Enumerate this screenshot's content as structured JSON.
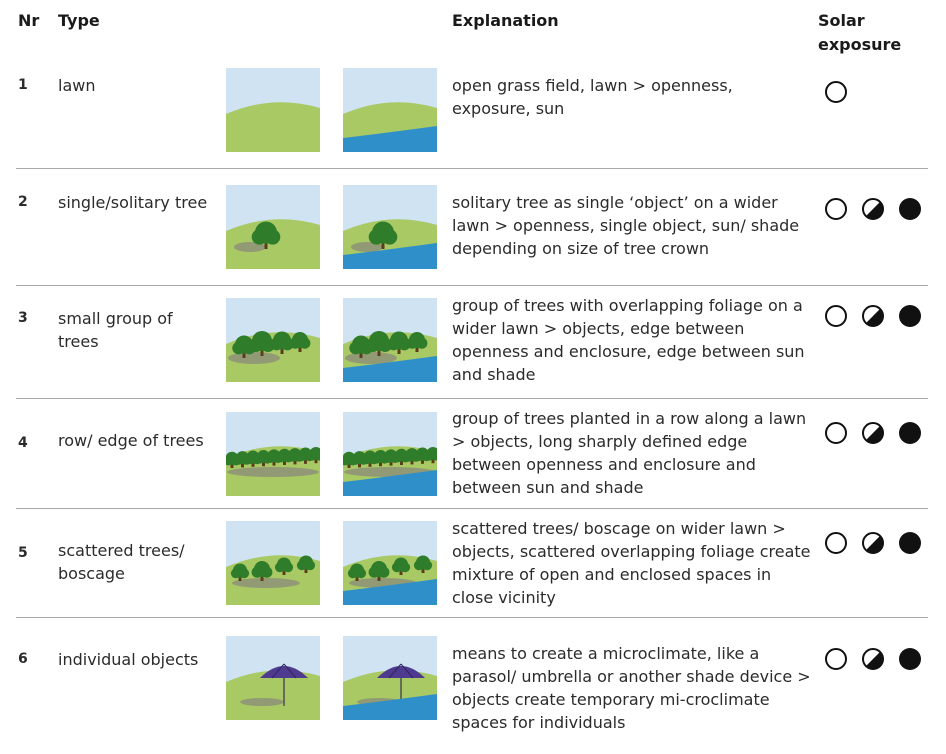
{
  "header": {
    "nr": "Nr",
    "type": "Type",
    "explanation": "Explanation",
    "solar_line1": "Solar",
    "solar_line2": "exposure"
  },
  "rows": [
    {
      "nr": "1",
      "type": "lawn",
      "explanation": "open grass field, lawn > openness, exposure, sun",
      "scene": "lawn",
      "solar": [
        "sun"
      ]
    },
    {
      "nr": "2",
      "type": "single/solitary tree",
      "explanation": "solitary tree as single ‘object’ on a wider lawn > openness, single object, sun/ shade depending on size of tree crown",
      "scene": "single-tree",
      "solar": [
        "sun",
        "half-shade",
        "shade"
      ]
    },
    {
      "nr": "3",
      "type": "small group of trees",
      "explanation": "group of trees with overlapping foliage on a wider lawn > objects, edge between openness and enclosure, edge between sun and shade",
      "scene": "tree-group",
      "solar": [
        "sun",
        "half-shade",
        "shade"
      ]
    },
    {
      "nr": "4",
      "type": "row/ edge of trees",
      "explanation": "group of trees planted in a row along a lawn > objects, long sharply defined edge between openness and enclosure and between sun and shade",
      "scene": "tree-row",
      "solar": [
        "sun",
        "half-shade",
        "shade"
      ]
    },
    {
      "nr": "5",
      "type": "scattered trees/ boscage",
      "explanation": "scattered trees/ boscage on wider lawn > objects, scattered overlapping foliage create mixture of open and enclosed spaces in close vicinity",
      "scene": "scattered-trees",
      "solar": [
        "sun",
        "half-shade",
        "shade"
      ]
    },
    {
      "nr": "6",
      "type": "individual objects",
      "explanation": "means to create a microclimate, like a parasol/ umbrella or another shade device > objects create temporary mi-croclimate spaces for individuals",
      "scene": "parasol",
      "solar": [
        "sun",
        "half-shade",
        "shade"
      ]
    }
  ],
  "colors": {
    "sky": "#cfe3f2",
    "grass": "#a9c964",
    "water": "#2f8fc9",
    "tree": "#2f7d2a",
    "parasol": "#4e3a8f",
    "separator": "#a8a8a8"
  }
}
